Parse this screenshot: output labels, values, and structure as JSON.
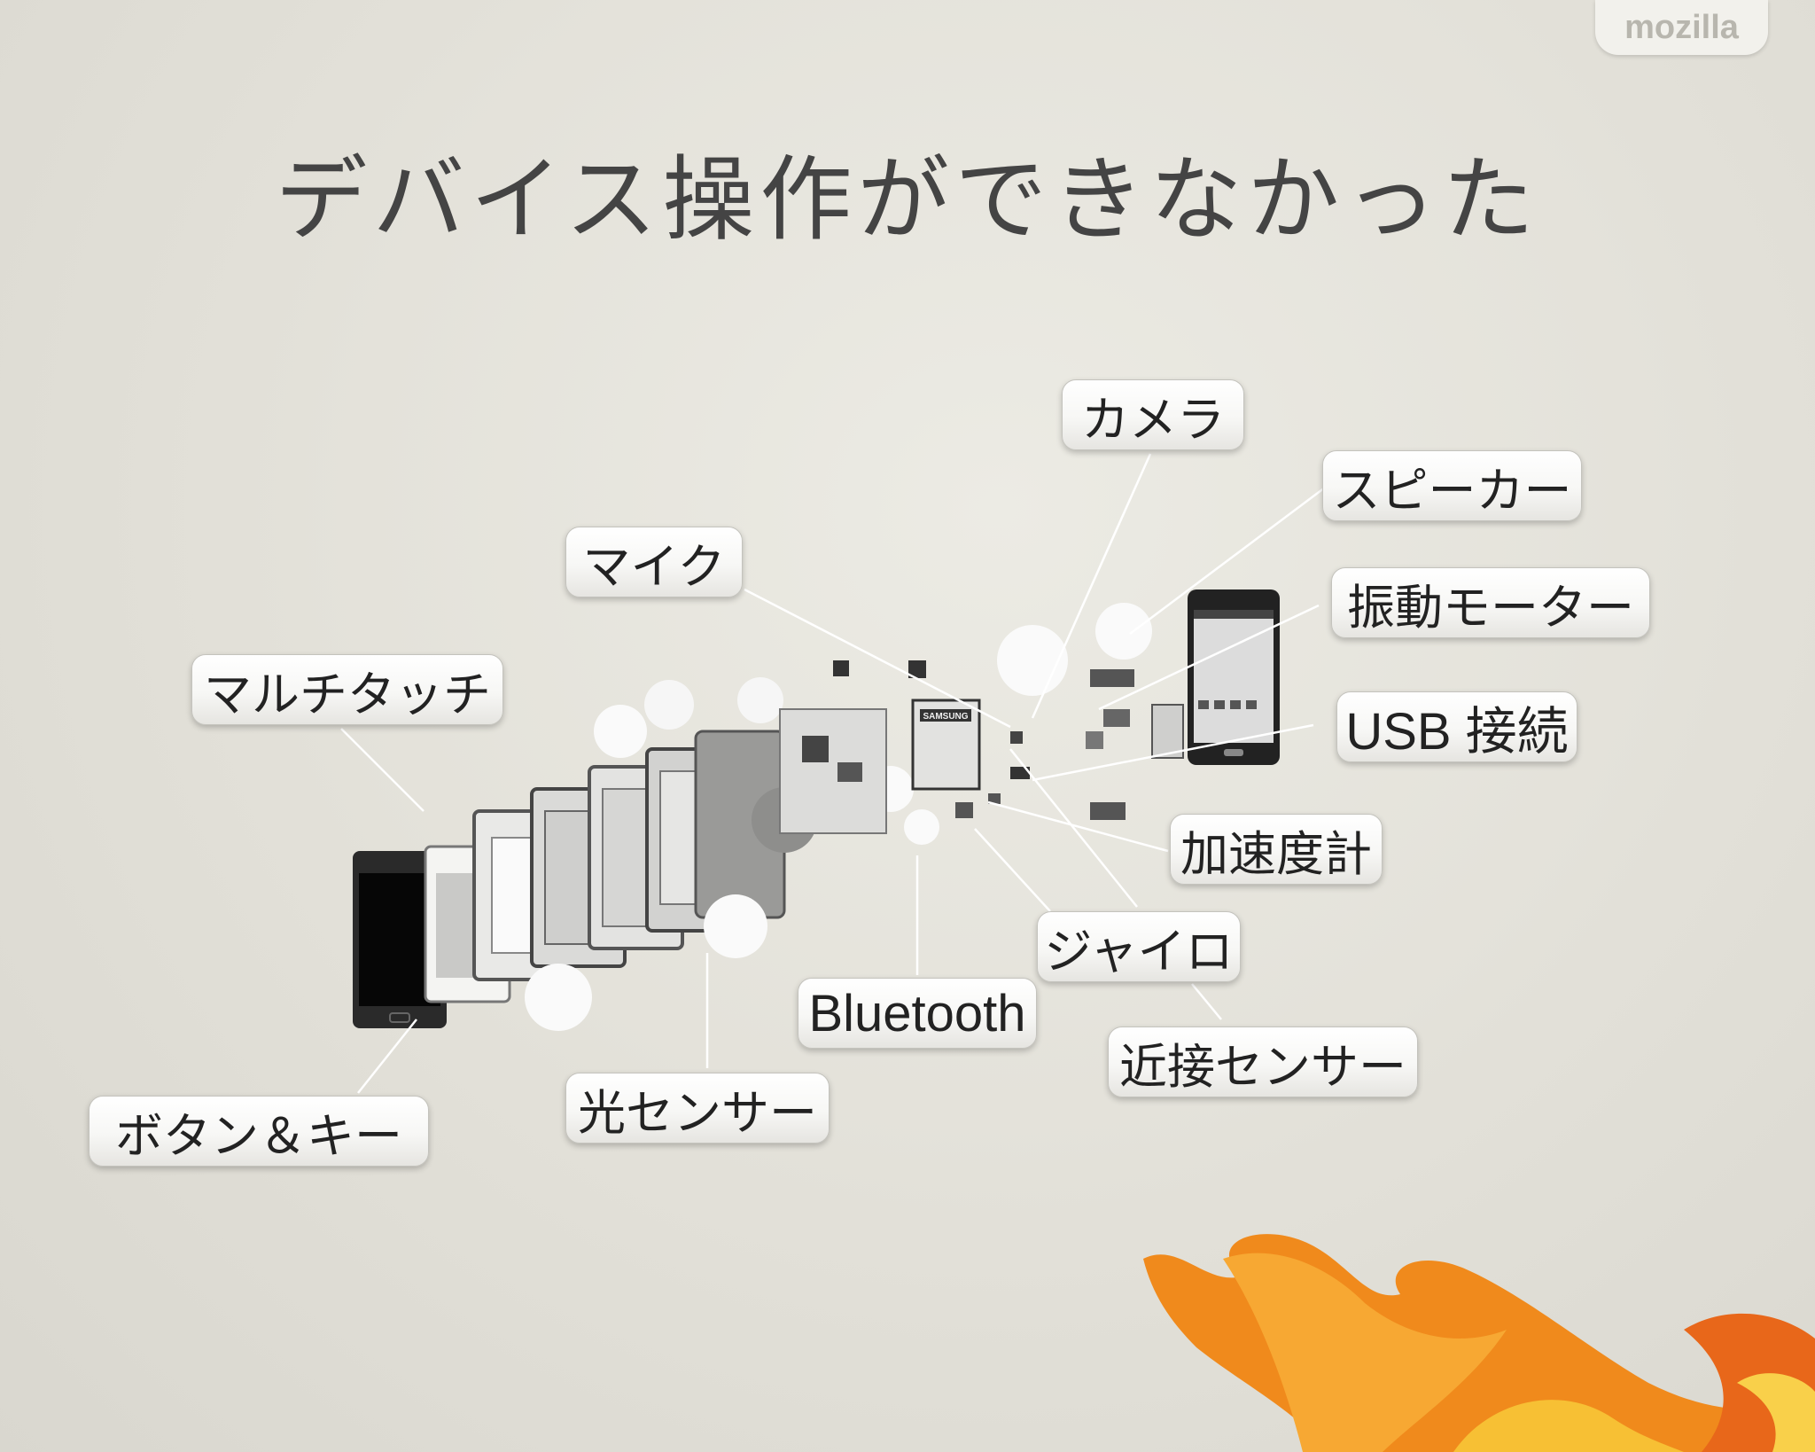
{
  "brand": {
    "text": "mozilla"
  },
  "title": "デバイス操作ができなかった",
  "labels": {
    "camera": "カメラ",
    "speaker": "スピーカー",
    "vibration": "振動モーター",
    "usb": "USB 接続",
    "accelerometer": "加速度計",
    "gyro": "ジャイロ",
    "proximity": "近接センサー",
    "bluetooth": "Bluetooth",
    "light_sensor": "光センサー",
    "buttons": "ボタン＆キー",
    "multitouch": "マルチタッチ",
    "mic": "マイク"
  },
  "phone_badge": "SAMSUNG",
  "colors": {
    "background": "#e2e0d8",
    "title": "#444444",
    "flame_orange": "#f08a1c",
    "flame_yellow": "#f7c034"
  }
}
